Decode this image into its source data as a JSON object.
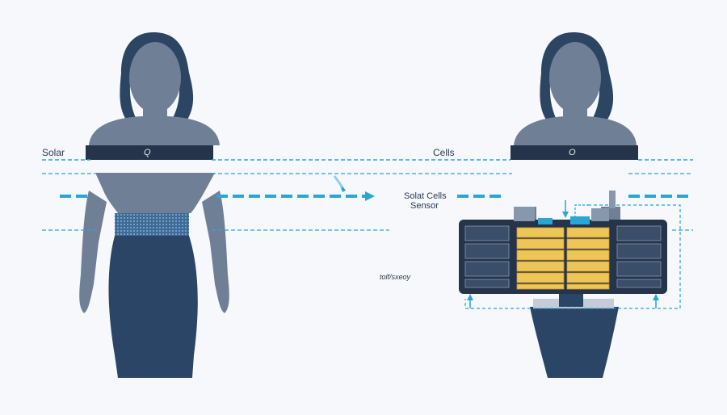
{
  "labels": {
    "left_band": "Solar",
    "left_band_mark": "Q",
    "center_top": "Cells",
    "right_band_mark": "O",
    "sensor_line1": "Solat Cells",
    "sensor_line2": "Sensor",
    "bottom_note": "tolf/sxeoy"
  },
  "colors": {
    "background": "#f6f8fc",
    "silhouette": "#6f8096",
    "garment": "#2b4566",
    "dark_band": "#25344a",
    "accent_line": "#2aa6d4",
    "solar_cell": "#eec557",
    "panel_slot": "#3a4e6a"
  }
}
